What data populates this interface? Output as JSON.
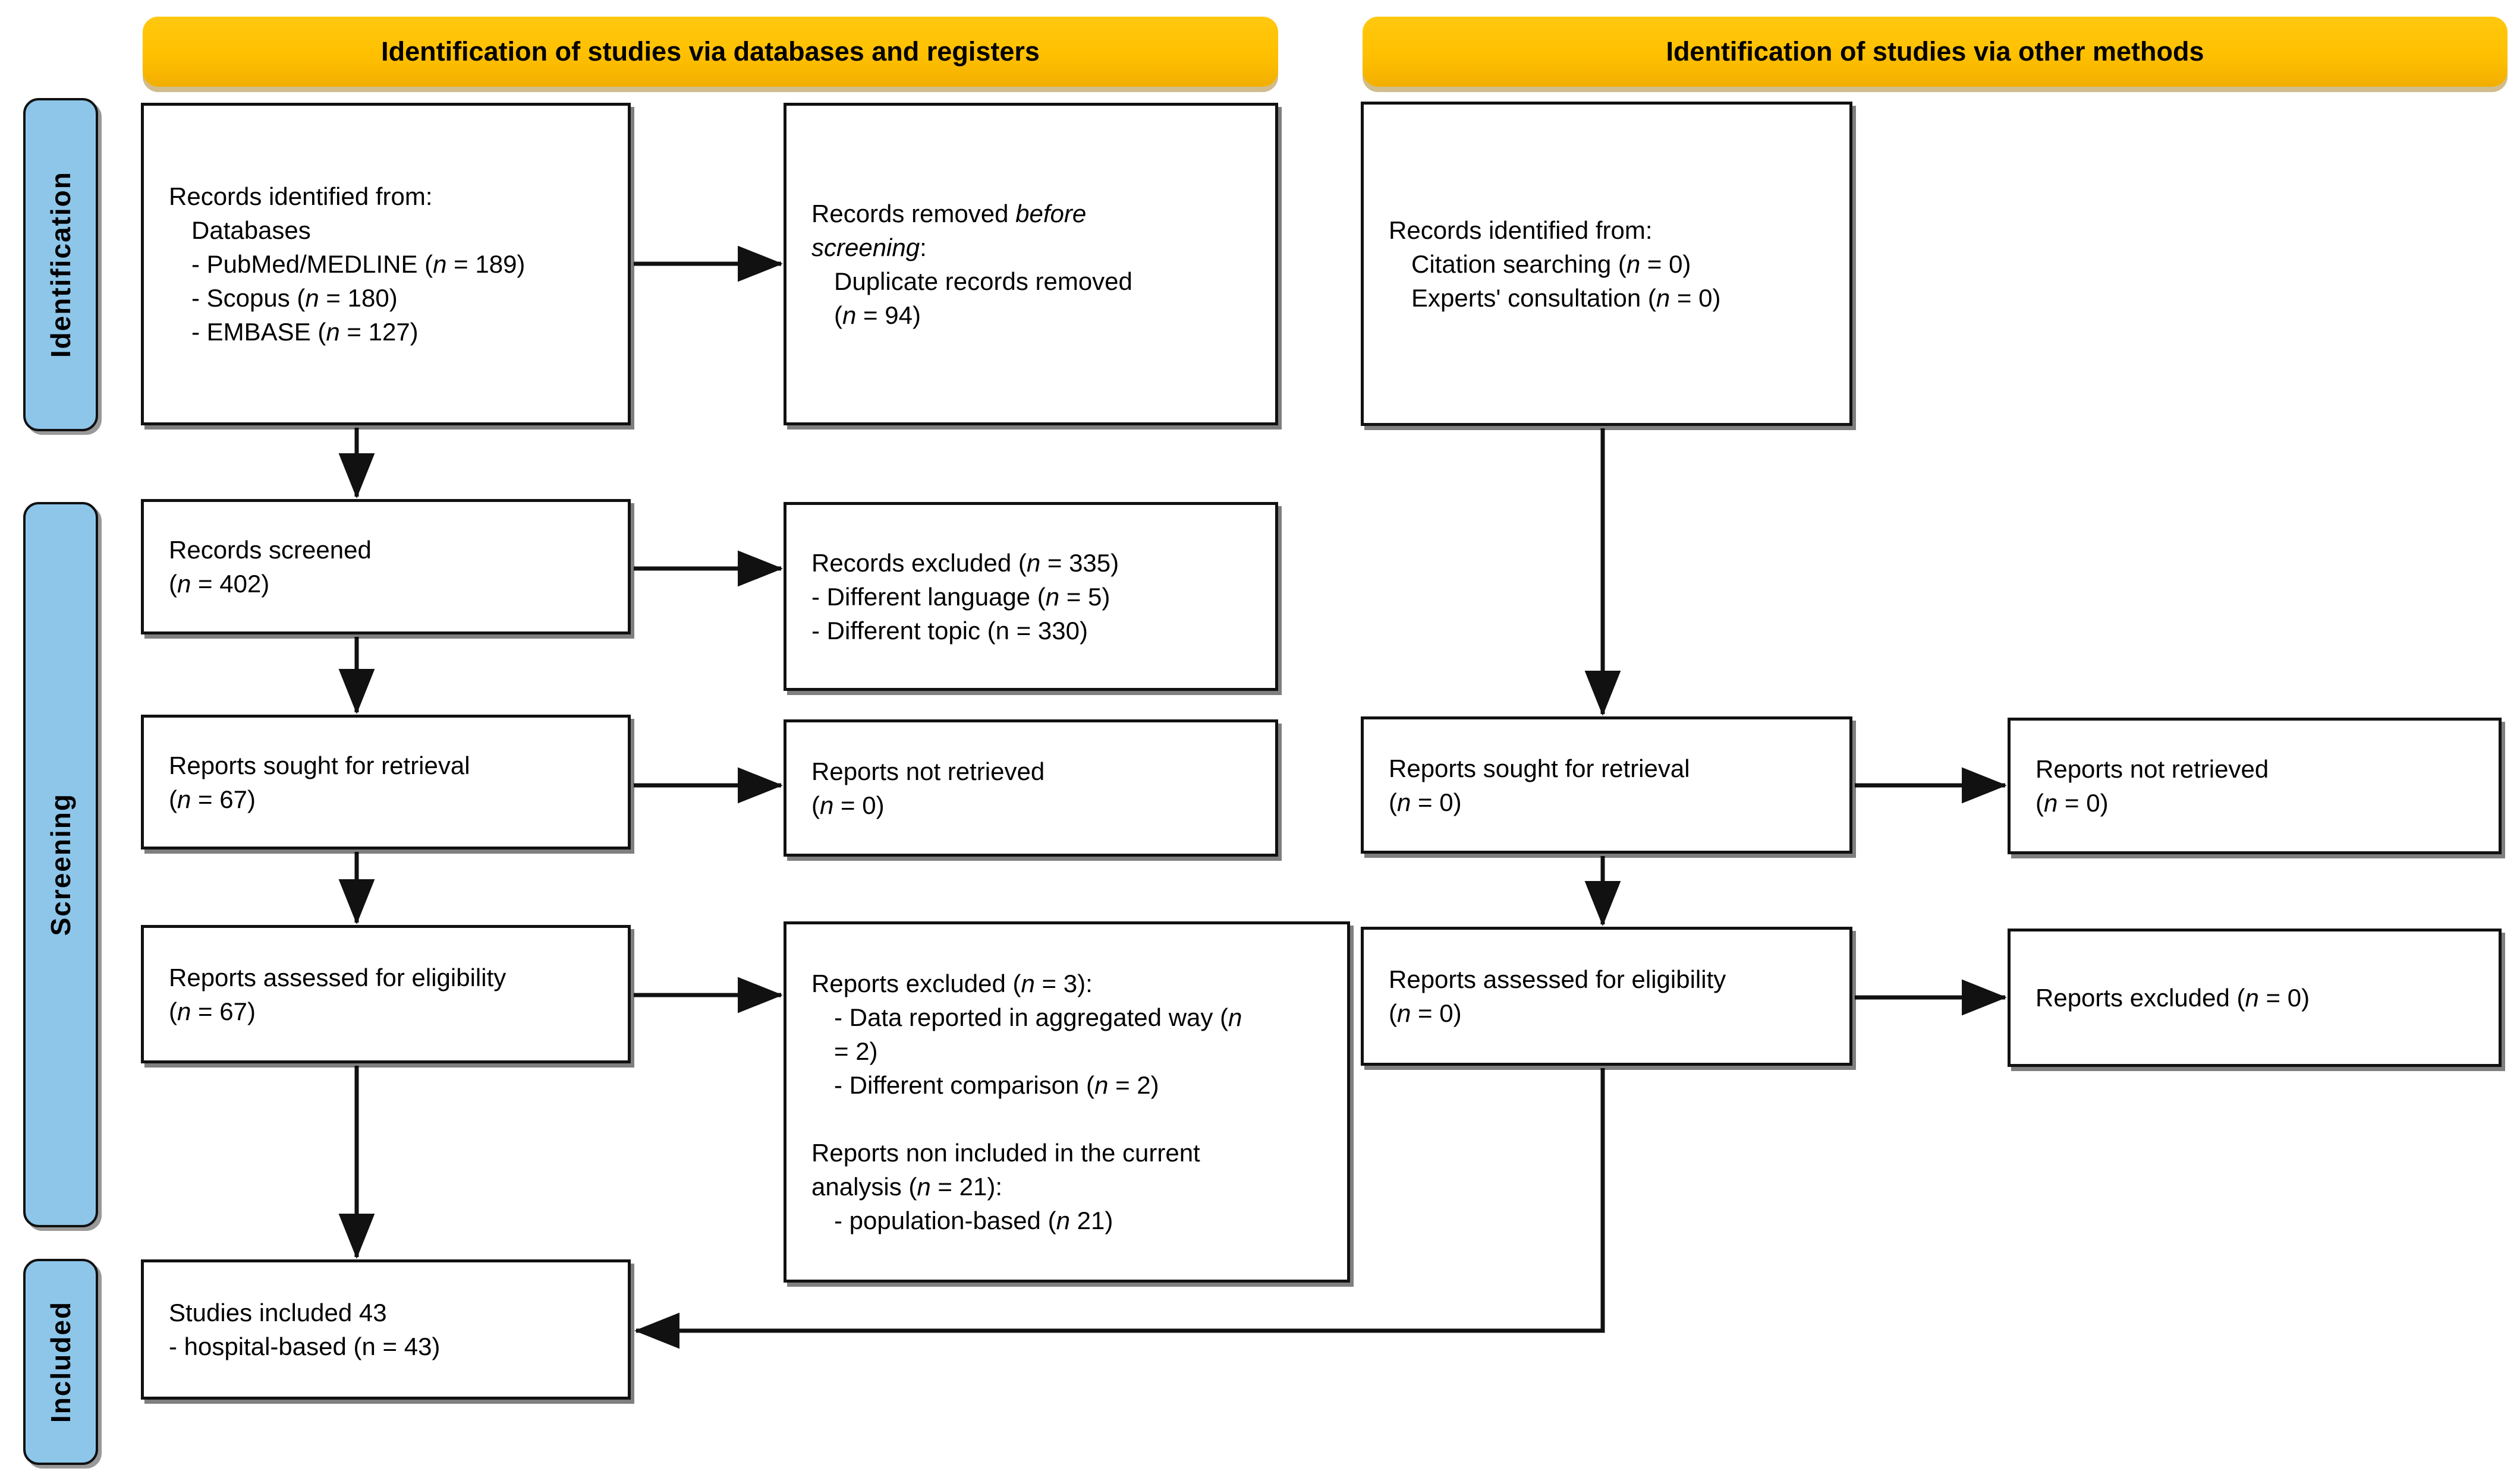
{
  "title": "PRISMA flow diagram of study identification, screening and inclusion",
  "colors": {
    "header_bg": "#FFC000",
    "sidebar_bg": "#8EC6EA",
    "box_bg": "#FFFFFF",
    "border": "#111111",
    "arrow": "#111111",
    "text": "#000000"
  },
  "headers": [
    {
      "id": "databases",
      "label": "Identification of studies via databases and registers"
    },
    {
      "id": "other",
      "label": "Identification of studies via other methods"
    }
  ],
  "sidebar": [
    {
      "id": "identification",
      "label": "Identification"
    },
    {
      "id": "screening",
      "label": "Screening"
    },
    {
      "id": "included",
      "label": "Included"
    }
  ],
  "boxes": {
    "A": {
      "name": "records-identified-databases",
      "lines": [
        {
          "runs": [
            [
              "Records identified from:",
              0
            ]
          ]
        },
        {
          "indent": 1,
          "runs": [
            [
              "Databases",
              0
            ]
          ]
        },
        {
          "indent": 1,
          "runs": [
            [
              "- PubMed/MEDLINE (",
              0
            ],
            [
              "n",
              1
            ],
            [
              " = 189)",
              0
            ]
          ]
        },
        {
          "indent": 1,
          "runs": [
            [
              "- Scopus (",
              0
            ],
            [
              "n",
              1
            ],
            [
              " = 180)",
              0
            ]
          ]
        },
        {
          "indent": 1,
          "runs": [
            [
              "- EMBASE (",
              0
            ],
            [
              "n",
              1
            ],
            [
              " = 127)",
              0
            ]
          ]
        }
      ]
    },
    "B": {
      "name": "records-removed-before-screening",
      "lines": [
        {
          "runs": [
            [
              "Records removed ",
              0
            ],
            [
              "before",
              1
            ]
          ]
        },
        {
          "runs": [
            [
              "screening",
              1
            ],
            [
              ":",
              0
            ]
          ]
        },
        {
          "indent": 1,
          "runs": [
            [
              "Duplicate records removed",
              0
            ]
          ]
        },
        {
          "indent": 1,
          "runs": [
            [
              "(",
              0
            ],
            [
              "n",
              1
            ],
            [
              " = 94)",
              0
            ]
          ]
        }
      ]
    },
    "C": {
      "name": "records-identified-other-methods",
      "lines": [
        {
          "runs": [
            [
              "Records identified from:",
              0
            ]
          ]
        },
        {
          "indent": 1,
          "runs": [
            [
              "Citation searching (",
              0
            ],
            [
              "n",
              1
            ],
            [
              " = 0)",
              0
            ]
          ]
        },
        {
          "indent": 1,
          "runs": [
            [
              "Experts' consultation (",
              0
            ],
            [
              "n",
              1
            ],
            [
              " = 0)",
              0
            ]
          ]
        }
      ]
    },
    "D": {
      "name": "records-screened",
      "lines": [
        {
          "runs": [
            [
              "Records screened",
              0
            ]
          ]
        },
        {
          "runs": [
            [
              "(",
              0
            ],
            [
              "n",
              1
            ],
            [
              " = 402)",
              0
            ]
          ]
        }
      ]
    },
    "E": {
      "name": "records-excluded",
      "lines": [
        {
          "runs": [
            [
              "Records excluded (",
              0
            ],
            [
              "n",
              1
            ],
            [
              " = 335)",
              0
            ]
          ]
        },
        {
          "runs": [
            [
              "- Different language (",
              0
            ],
            [
              "n",
              1
            ],
            [
              " = 5)",
              0
            ]
          ]
        },
        {
          "runs": [
            [
              "- Different topic (n = 330)",
              0
            ]
          ]
        }
      ]
    },
    "F": {
      "name": "reports-sought-retrieval-databases",
      "lines": [
        {
          "runs": [
            [
              "Reports sought for retrieval",
              0
            ]
          ]
        },
        {
          "runs": [
            [
              "(",
              0
            ],
            [
              "n",
              1
            ],
            [
              " = 67)",
              0
            ]
          ]
        }
      ]
    },
    "G": {
      "name": "reports-not-retrieved-databases",
      "lines": [
        {
          "runs": [
            [
              "Reports not retrieved",
              0
            ]
          ]
        },
        {
          "runs": [
            [
              "(",
              0
            ],
            [
              "n",
              1
            ],
            [
              " = 0)",
              0
            ]
          ]
        }
      ]
    },
    "H": {
      "name": "reports-sought-retrieval-other",
      "lines": [
        {
          "runs": [
            [
              "Reports sought for retrieval",
              0
            ]
          ]
        },
        {
          "runs": [
            [
              "(",
              0
            ],
            [
              "n",
              1
            ],
            [
              " = 0)",
              0
            ]
          ]
        }
      ]
    },
    "I": {
      "name": "reports-not-retrieved-other",
      "lines": [
        {
          "runs": [
            [
              "Reports not retrieved",
              0
            ]
          ]
        },
        {
          "runs": [
            [
              "(",
              0
            ],
            [
              "n",
              1
            ],
            [
              " = 0)",
              0
            ]
          ]
        }
      ]
    },
    "J": {
      "name": "reports-assessed-eligibility-databases",
      "lines": [
        {
          "runs": [
            [
              "Reports assessed for eligibility",
              0
            ]
          ]
        },
        {
          "runs": [
            [
              "(",
              0
            ],
            [
              "n",
              1
            ],
            [
              " = 67)",
              0
            ]
          ]
        }
      ]
    },
    "K": {
      "name": "reports-excluded-details",
      "lines": [
        {
          "runs": [
            [
              "Reports excluded (",
              0
            ],
            [
              "n",
              1
            ],
            [
              " = 3):",
              0
            ]
          ]
        },
        {
          "indent": 1,
          "runs": [
            [
              "- Data reported in aggregated way (",
              0
            ],
            [
              "n",
              1
            ]
          ]
        },
        {
          "indent": 1,
          "runs": [
            [
              "= 2)",
              0
            ]
          ]
        },
        {
          "indent": 1,
          "runs": [
            [
              "- Different comparison (",
              0
            ],
            [
              "n",
              1
            ],
            [
              " = 2)",
              0
            ]
          ]
        },
        {
          "blank": 1
        },
        {
          "runs": [
            [
              "Reports non included in the current",
              0
            ]
          ]
        },
        {
          "runs": [
            [
              "analysis (",
              0
            ],
            [
              "n",
              1
            ],
            [
              " = 21):",
              0
            ]
          ]
        },
        {
          "indent": 1,
          "runs": [
            [
              "- population-based (",
              0
            ],
            [
              "n",
              1
            ],
            [
              " 21)",
              0
            ]
          ]
        }
      ]
    },
    "L": {
      "name": "reports-assessed-eligibility-other",
      "lines": [
        {
          "runs": [
            [
              "Reports assessed for eligibility",
              0
            ]
          ]
        },
        {
          "runs": [
            [
              "(",
              0
            ],
            [
              "n",
              1
            ],
            [
              " = 0)",
              0
            ]
          ]
        }
      ]
    },
    "M": {
      "name": "reports-excluded-other",
      "lines": [
        {
          "runs": [
            [
              "Reports excluded (",
              0
            ],
            [
              "n",
              1
            ],
            [
              " = 0)",
              0
            ]
          ]
        }
      ]
    },
    "N": {
      "name": "studies-included",
      "lines": [
        {
          "runs": [
            [
              "Studies included 43",
              0
            ]
          ]
        },
        {
          "runs": [
            [
              "- hospital-based (n = 43)",
              0
            ]
          ]
        }
      ]
    }
  }
}
